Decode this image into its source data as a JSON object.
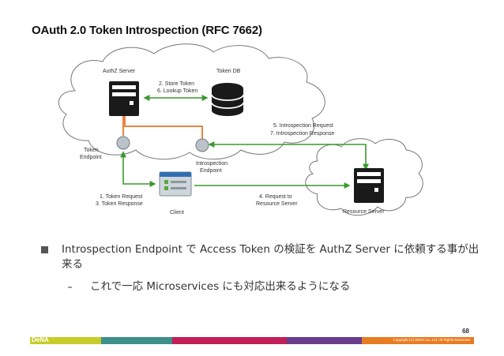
{
  "slide": {
    "title": "OAuth 2.0 Token Introspection (RFC 7662)",
    "page_number": "68"
  },
  "diagram": {
    "authz_server_label": "AuthZ Server",
    "token_db_label": "Token DB",
    "store_label_1": "2. Store Token",
    "store_label_2": "6. Lookup Token",
    "introspection_req_label_1": "5. Introspection Request",
    "introspection_req_label_2": "7. Introspection Response",
    "token_endpoint_label_1": "Token",
    "token_endpoint_label_2": "Endpoint",
    "introspection_endpoint_label_1": "Introspection",
    "introspection_endpoint_label_2": "Endpoint",
    "token_request_label_1": "1. Token Request",
    "token_request_label_2": "3. Token Response",
    "request_resource_label_1": "4. Request to",
    "request_resource_label_2": "Resource Server",
    "client_label": "Client",
    "resource_server_label": "Resource Server",
    "colors": {
      "arrow": "#3a9a2e",
      "link": "#e8762c",
      "node": "#b9c3c9"
    }
  },
  "bullets": {
    "main": "Introspection Endpoint で Access Token の検証を AuthZ Server に依頼する事が出来る",
    "sub": "これで一応 Microservices にも対応出来るようになる"
  },
  "footer": {
    "logo": "DeNA",
    "copyright": "Copyright (C) DeNA Co.,Ltd. All Rights Reserved.",
    "colors": [
      "#c8cc2a",
      "#3e8f8a",
      "#c01f58",
      "#6a3c8c",
      "#e87c22"
    ]
  }
}
